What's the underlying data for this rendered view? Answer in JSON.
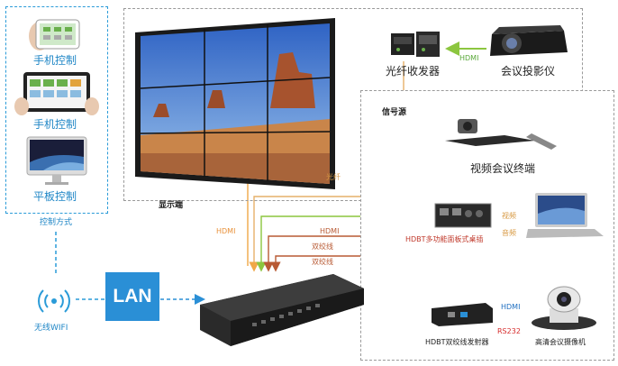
{
  "control_panel": {
    "items": [
      {
        "label": "手机控制",
        "icon": "phone-icon"
      },
      {
        "label": "手机控制",
        "icon": "tablet-icon"
      },
      {
        "label": "平板控制",
        "icon": "monitor-icon"
      }
    ],
    "caption": "控制方式"
  },
  "display": {
    "caption": "显示端",
    "fiber_transceiver": "光纤收发器",
    "projector": "会议投影仪",
    "hdmi_label": "HDMI",
    "fiber_label": "光纤"
  },
  "source": {
    "title": "信号源",
    "video_terminal": "视频会议终端",
    "hdbt_panel": "HDBT多功能面板式桌插",
    "video_in": "视频",
    "audio_in": "音频",
    "hdbt_transmitter": "HDBT双绞线发射器",
    "camera": "高清会议摄像机",
    "hdmi_label": "HDMI",
    "rs232_label": "RS232"
  },
  "matrix": {
    "hdmi_label_left": "HDMI",
    "hdmi_label_mid": "HDMI",
    "twisted_pair_1": "双绞线",
    "twisted_pair_2": "双绞线"
  },
  "network": {
    "lan_label": "LAN",
    "wifi_label": "无线WIFI"
  },
  "colors": {
    "control_blue": "#2a9bd8",
    "lan_blue": "#2a8fd6",
    "fiber_green": "#8cc63f",
    "hdmi_orange": "#f0a848",
    "twisted_brown": "#b85a34",
    "hdmi_blue": "#1f6fc0",
    "rs232_red": "#d62c2c"
  }
}
